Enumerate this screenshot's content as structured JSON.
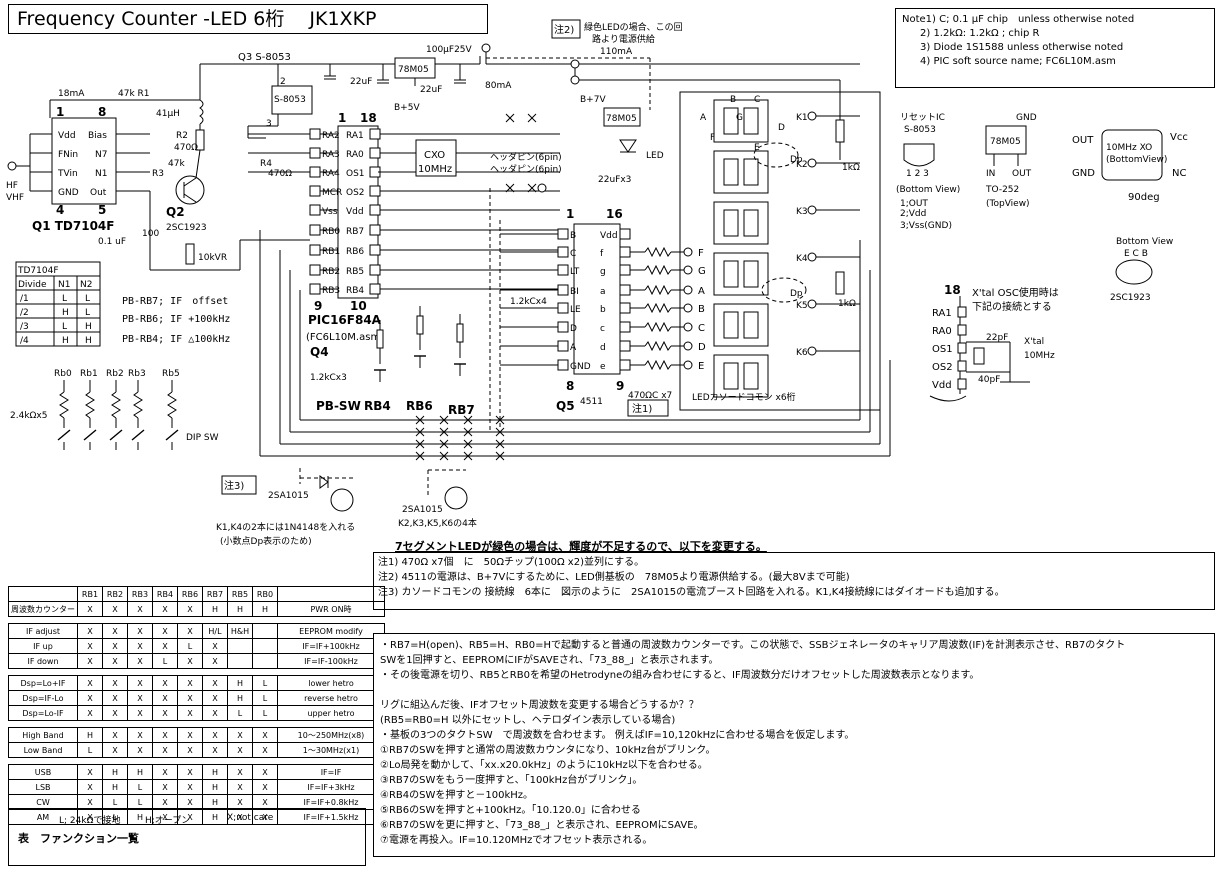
{
  "title": "Frequency Counter -LED 6桁　 JK1XKP",
  "notes": [
    "Note1) C; 0.1 μF chip　unless otherwise noted",
    "2) 1.2kΩ: 1.2kΩ ; chip R",
    "3) Diode 1S1588 unless otherwise noted",
    "4) PIC soft source name; FC6L10M.asm"
  ],
  "schematic": {
    "q3": "Q3 S-8053",
    "q3_box": "S-8053",
    "cap_100u": "100μF25V",
    "reg_78m05": "78M05",
    "reg_78m05_b": "78M05",
    "cap_22u_a": "22uF",
    "cap_22u_b": "22uF",
    "cur_80": "80mA",
    "cur_18": "18mA",
    "r1": "47k R1",
    "l1": "41μH",
    "r2": "R2",
    "r2v": "470Ω",
    "r3": "R3",
    "r3v": "47k",
    "r4": "R4",
    "r4v": "470Ω",
    "q1": "Q1 TD7104F",
    "q2": "Q2",
    "q2part": "2SC1923",
    "vr": "10kVR",
    "r100": "100",
    "cap01": "0.1 uF",
    "hf": "HF",
    "vhf": "VHF",
    "td_pins": [
      "Vdd",
      "FNin",
      "TVin",
      "GND",
      "Bias",
      "N7",
      "N1",
      "Out"
    ],
    "td_num_1": "1",
    "td_num_8": "8",
    "td_num_4": "4",
    "td_num_5": "5",
    "pic_pins_l": [
      "RA2",
      "RA3",
      "RA4",
      "MCR",
      "Vss",
      "RB0",
      "RB1",
      "RB2",
      "RB3"
    ],
    "pic_pins_r": [
      "RA1",
      "RA0",
      "OS1",
      "OS2",
      "Vdd",
      "RB7",
      "RB6",
      "RB5",
      "RB4"
    ],
    "pic_num_1": "1",
    "pic_num_18": "18",
    "pic_num_9": "9",
    "pic_num_10": "10",
    "pic_name": "PIC16F84A",
    "pic_src": "(FC6L10M.asm)",
    "q4": "Q4",
    "b5v": "B+5V",
    "cxo": "CXO",
    "cxo_f": "10MHz",
    "b7v": "B+7V",
    "led": "LED",
    "cap22x3": "22uFx3",
    "note2_lbl": "注2)",
    "note2_text_a": "緑色LEDの場合、この回",
    "note2_text_b": "路より電源供給",
    "cur_110": "110mA",
    "pinheader_a": "ヘッダピン(6pin)",
    "pinheader_b": "ヘッダピン(6pin)",
    "ic4511_pins_l": [
      "B",
      "C",
      "LT",
      "BI",
      "LE",
      "D",
      "A",
      "GND"
    ],
    "ic4511_pins_r": [
      "Vdd",
      "f",
      "g",
      "a",
      "b",
      "c",
      "d",
      "e"
    ],
    "ic_num_1": "1",
    "ic_num_16": "16",
    "ic_num_8": "8",
    "ic_num_9": "9",
    "q5": "Q5",
    "ic4511": "4511",
    "r470x7": "470ΩC x7",
    "note1_lbl": "注1)",
    "r12x4": "1.2kCx4",
    "r12x3": "1.2kCx3",
    "seg_letters": [
      "F",
      "G",
      "A",
      "B",
      "C",
      "D",
      "E"
    ],
    "disp_label": "LEDカソードコモン x6桁",
    "k_labels": [
      "K1",
      "K2",
      "K3",
      "K4",
      "K5",
      "K6"
    ],
    "dp": "Dp",
    "dp2": "Dp",
    "r1k": "1kΩ",
    "r1k_b": "1kΩ",
    "disp_seg_a": "A",
    "disp_seg_b": "B",
    "disp_seg_c": "C",
    "disp_seg_d": "D",
    "disp_seg_e": "E",
    "disp_seg_f": "F",
    "disp_seg_g": "G",
    "pbsw": "PB-SW",
    "rb4": "RB4",
    "rb6": "RB6",
    "rb7": "RB7",
    "pb_rb7": "PB-RB7; IF　offset",
    "pb_rb6": "PB-RB6; IF +100kHz",
    "pb_rb4": "PB-RB4; IF △100kHz",
    "rb_labels": [
      "Rb0",
      "Rb1",
      "Rb2",
      "Rb3",
      "Rb5"
    ],
    "r24x5": "2.4kΩx5",
    "dipsw": "DIP SW",
    "note3_lbl": "注3)",
    "q_2sa1015": "2SA1015",
    "q_2sa1015_b": "2SA1015",
    "k1k4": "K1,K4の2本には1N4148を入れる",
    "k1k4b": "(小数点Dp表示のため)",
    "k2k3": "K2,K3,K5,K6の4本",
    "reset_ic": "リセットIC",
    "reset_part": "S-8053",
    "reset_pins": "1 2 3",
    "bottom_view": "(Bottom View)",
    "reset_pin_list": [
      "1;OUT",
      "2;Vdd",
      "3;Vss(GND)"
    ],
    "to252_part": "78M05",
    "to252_gnd": "GND",
    "to252_in": "IN",
    "to252_out": "OUT",
    "to252": "TO-252",
    "top_view": "(TopView)",
    "xo_line1": "10MHz XO",
    "xo_line2": "(BottomView)",
    "xo_out": "OUT",
    "xo_vcc": "Vcc",
    "xo_gnd": "GND",
    "xo_nc": "NC",
    "deg90": "90deg",
    "bv2": "Bottom View",
    "ecb": "E C B",
    "sc1923": "2SC1923",
    "xtal_18": "18",
    "xtal_note_a": "X'tal OSC使用時は",
    "xtal_note_b": "下記の接続とする",
    "xtal_pins": [
      "RA1",
      "RA0",
      "OS1",
      "OS2",
      "Vdd"
    ],
    "c22p": "22pF",
    "c40p": "40pF",
    "xtal": "X'tal",
    "xtal_f": "10MHz"
  },
  "td_table": {
    "title": "TD7104F",
    "header": [
      "Divide",
      "N1",
      "N2"
    ],
    "rows": [
      [
        "/1",
        "L",
        "L"
      ],
      [
        "/2",
        "H",
        "L"
      ],
      [
        "/3",
        "L",
        "H"
      ],
      [
        "/4",
        "H",
        "H"
      ]
    ]
  },
  "mods": {
    "title": "7セグメントLEDが緑色の場合は、輝度が不足するので、以下を変更する。",
    "lines": [
      "注1) 470Ω x7個　に　50Ωチップ(100Ω x2)並列にする。",
      "注2) 4511の電源は、B+7Vにするために、LED側基板の　78M05より電源供給する。(最大8Vまで可能)",
      "注3) カソードコモンの 接続線　6本に　図示のように　2SA1015の電流ブースト回路を入れる。K1,K4接続線にはダイオードも追加する。"
    ]
  },
  "func_table": {
    "header": [
      "",
      "RB1",
      "RB2",
      "RB3",
      "RB4",
      "RB6",
      "RB7",
      "RB5",
      "RB0",
      ""
    ],
    "rows": [
      [
        "周波数カウンター",
        "X",
        "X",
        "X",
        "X",
        "X",
        "H",
        "H",
        "H",
        "PWR ON時"
      ],
      [
        "IF adjust",
        "X",
        "X",
        "X",
        "X",
        "X",
        "H/L",
        "H&H",
        "",
        "EEPROM modify"
      ],
      [
        "IF up",
        "X",
        "X",
        "X",
        "X",
        "L",
        "X",
        "",
        "",
        "IF=IF+100kHz"
      ],
      [
        "IF down",
        "X",
        "X",
        "X",
        "L",
        "X",
        "X",
        "",
        "",
        "IF=IF-100kHz"
      ],
      [
        "Dsp=Lo+IF",
        "X",
        "X",
        "X",
        "X",
        "X",
        "X",
        "H",
        "L",
        "lower hetro"
      ],
      [
        "Dsp=IF-Lo",
        "X",
        "X",
        "X",
        "X",
        "X",
        "X",
        "H",
        "L",
        "reverse hetro"
      ],
      [
        "Dsp=Lo-IF",
        "X",
        "X",
        "X",
        "X",
        "X",
        "X",
        "L",
        "L",
        "upper hetro"
      ],
      [
        "High Band",
        "H",
        "X",
        "X",
        "X",
        "X",
        "X",
        "X",
        "X",
        "10〜250MHz(x8)"
      ],
      [
        "Low Band",
        "L",
        "X",
        "X",
        "X",
        "X",
        "X",
        "X",
        "X",
        "1〜30MHz(x1)"
      ],
      [
        "USB",
        "X",
        "H",
        "H",
        "X",
        "X",
        "H",
        "X",
        "X",
        "IF=IF"
      ],
      [
        "LSB",
        "X",
        "H",
        "L",
        "X",
        "X",
        "H",
        "X",
        "X",
        "IF=IF+3kHz"
      ],
      [
        "CW",
        "X",
        "L",
        "L",
        "X",
        "X",
        "H",
        "X",
        "X",
        "IF=IF+0.8kHz"
      ],
      [
        "AM",
        "X",
        "L",
        "H",
        "X",
        "X",
        "H",
        "X",
        "X",
        "IF=IF+1.5kHz"
      ]
    ],
    "legend": [
      "L; 24kΩで接地",
      "H;オープン",
      "X;not care"
    ],
    "caption": "表　ファンクション一覧"
  },
  "description": [
    "・RB7=H(open)、RB5=H、RB0=Hで起動すると普通の周波数カウンターです。この状態で、SSBジェネレータのキャリア周波数(IF)を計測表示させ、RB7のタクト",
    "SWを1回押すと、EEPROMにIFがSAVEされ、「73_88_」と表示されます。",
    "・その後電源を切り、RB5とRB0を希望のHetrodyneの組み合わせにすると、IF周波数分だけオフセットした周波数表示となります。",
    "",
    "リグに組込んだ後、IFオフセット周波数を変更する場合どうするか？？",
    "(RB5=RB0=H 以外にセットし、ヘテロダイン表示している場合)",
    "・基板の3つのタクトSW　で周波数を合わせます。 例えばIF=10,120kHzに合わせる場合を仮定します。",
    "①RB7のSWを押すと通常の周波数カウンタになり、10kHz台がブリンク。",
    "②Lo局発を動かして、「xx.x20.0kHz」のように10kHz以下を合わせる。",
    "③RB7のSWをもう一度押すと、「100kHz台がブリンク」。",
    "④RB4のSWを押すと－100kHz。",
    "⑤RB6のSWを押すと+100kHz。「10.120.0」に合わせる",
    "⑥RB7のSWを更に押すと、「73_88_」と表示され、EEPROMにSAVE。",
    "⑦電源を再投入。IF=10.120MHzでオフセット表示される。"
  ]
}
